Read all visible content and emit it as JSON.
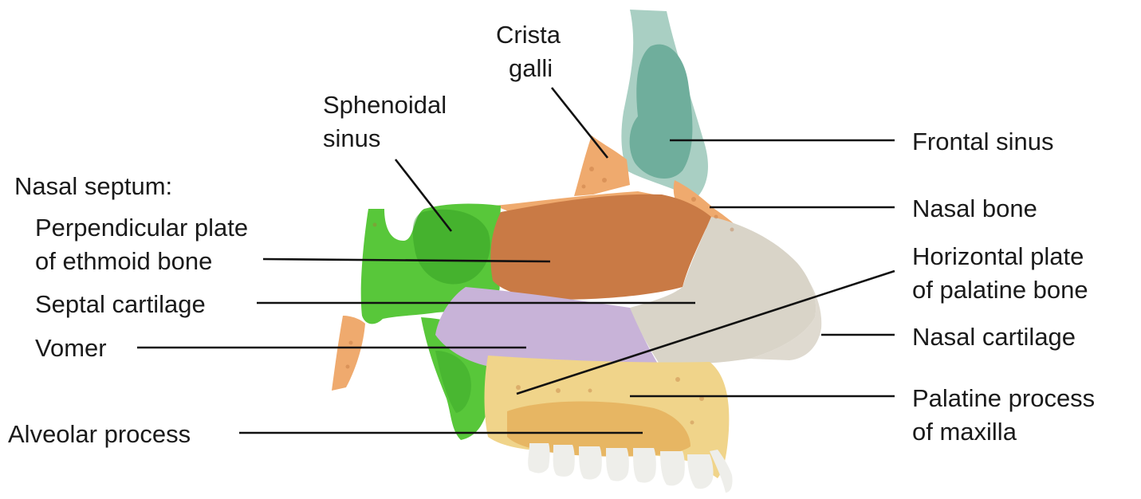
{
  "labels": {
    "crista_galli": [
      "Crista",
      "galli"
    ],
    "sphenoidal_sinus": [
      "Sphenoidal",
      "sinus"
    ],
    "frontal_sinus": [
      "Frontal sinus"
    ],
    "nasal_septum": [
      "Nasal septum:"
    ],
    "perpendicular_plate": [
      "Perpendicular plate",
      "of ethmoid bone"
    ],
    "septal_cartilage": [
      "Septal cartilage"
    ],
    "vomer": [
      "Vomer"
    ],
    "alveolar_process": [
      "Alveolar process"
    ],
    "nasal_bone": [
      "Nasal bone"
    ],
    "horizontal_plate": [
      "Horizontal plate",
      "of palatine bone"
    ],
    "nasal_cartilage": [
      "Nasal cartilage"
    ],
    "palatine_process": [
      "Palatine process",
      "of maxilla"
    ]
  },
  "colors": {
    "frontal_bone": "#a9cfc3",
    "frontal_sinus": "#6fae9c",
    "sphenoid": "#58c73a",
    "sphenoid_dark": "#2e9a22",
    "ethmoid_plate": "#c97a45",
    "septal_cartilage": "#d9d4c8",
    "vomer": "#c8b3d8",
    "maxilla": "#f0d48a",
    "bone_orange": "#efaa6e",
    "alveolar": "#e7b663",
    "teeth": "#eeeeea"
  }
}
